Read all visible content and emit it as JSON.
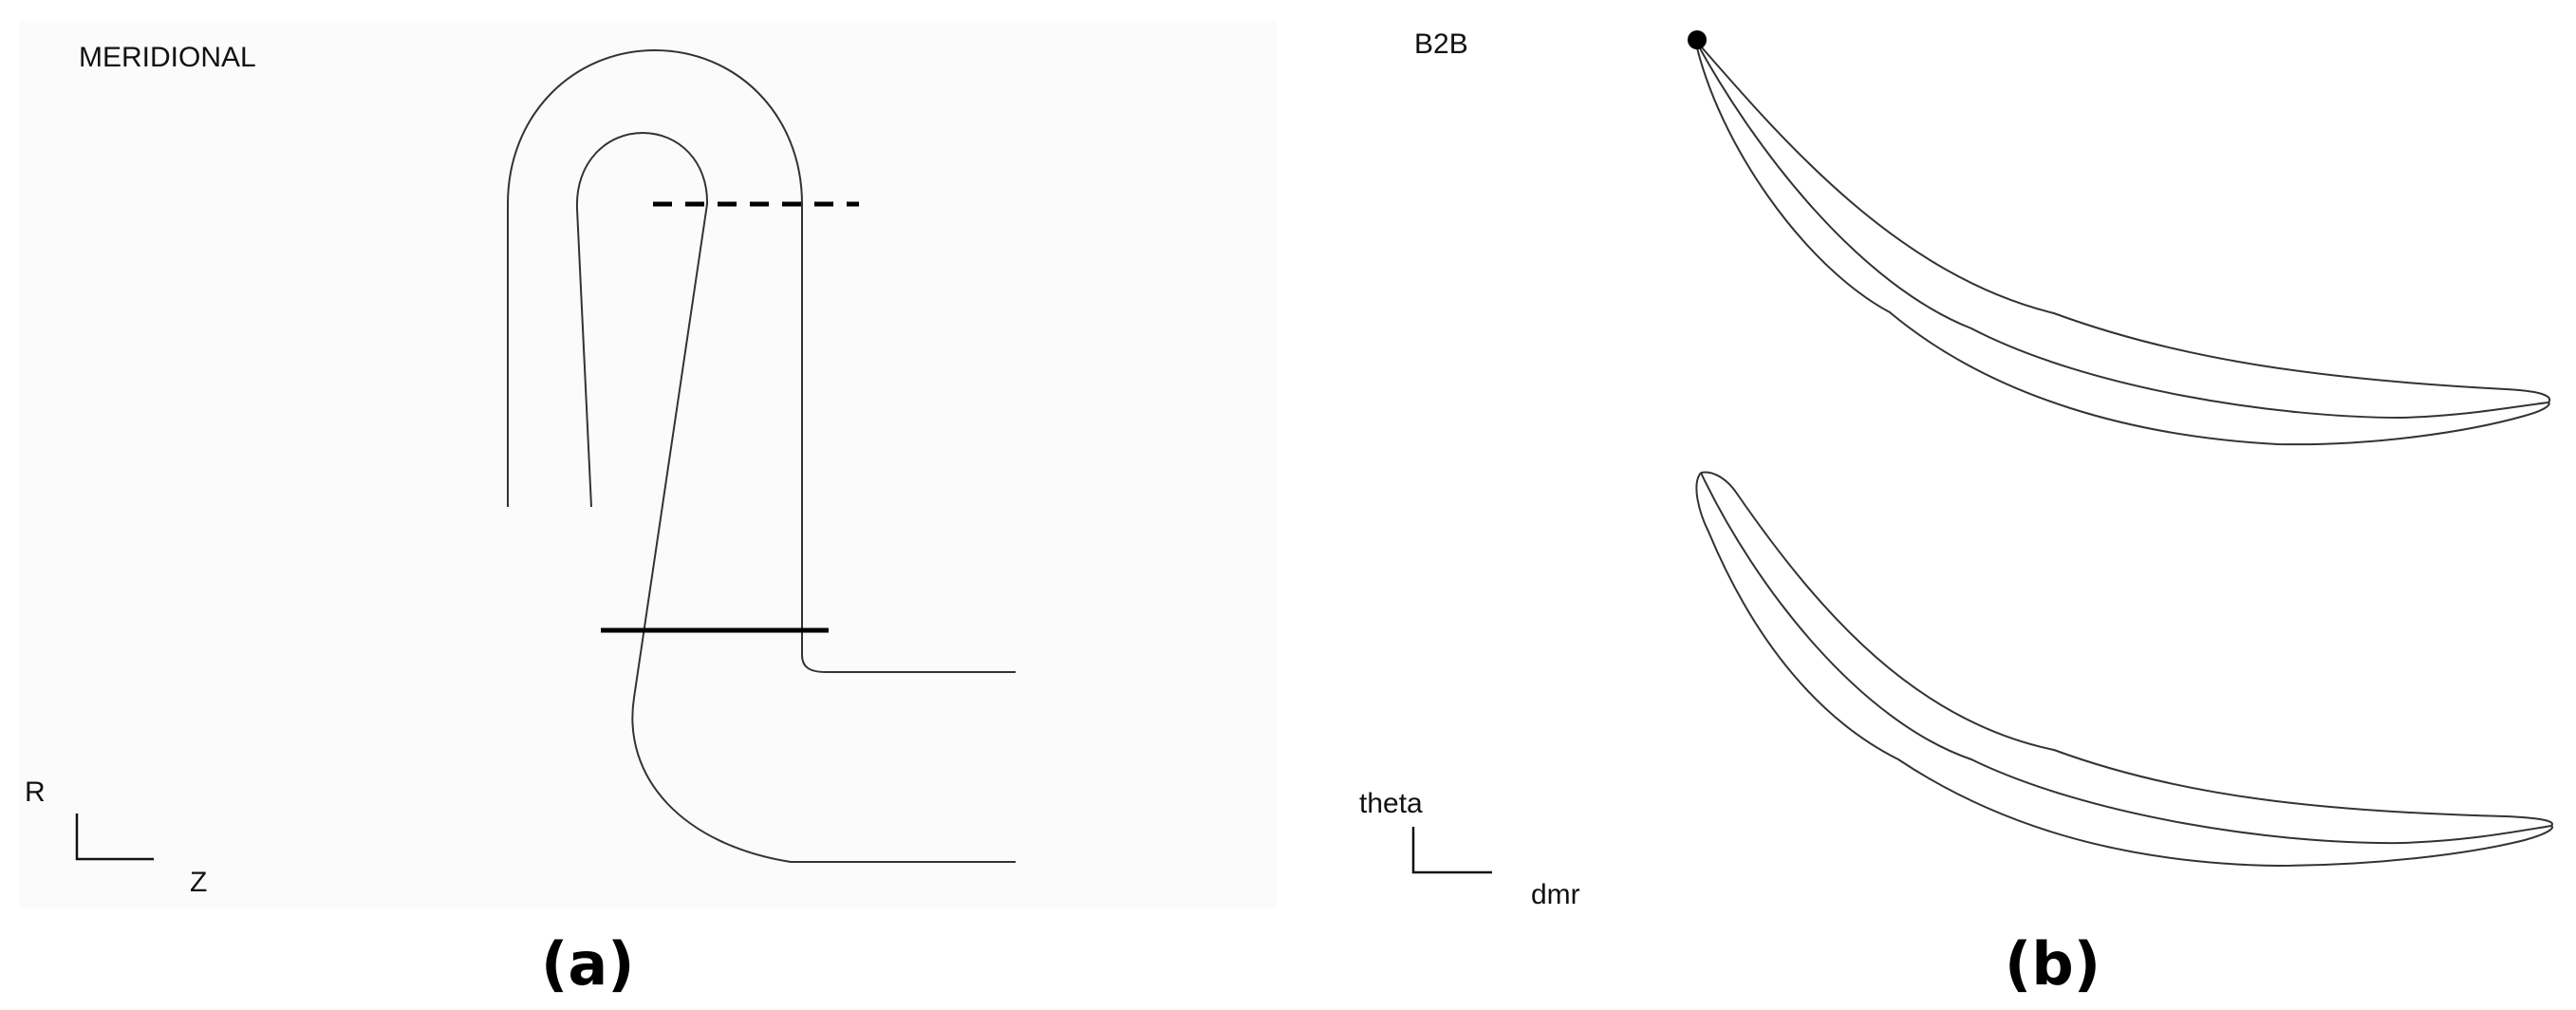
{
  "panel_a": {
    "title": "MERIDIONAL",
    "axis_vertical": "R",
    "axis_horizontal": "Z",
    "caption": "(a)",
    "elements": [
      "shroud-contour",
      "hub-contour",
      "splitter-loop",
      "inlet-line-dashed",
      "outlet-line-solid"
    ]
  },
  "panel_b": {
    "title": "B2B",
    "axis_vertical": "theta",
    "axis_horizontal": "dmr",
    "caption": "(b)",
    "elements": [
      "blade-upper",
      "blade-lower",
      "leading-edge-marker"
    ]
  },
  "colors": {
    "line": "#333333",
    "marker": "#000000",
    "panel_bg": "#fbfbfb"
  }
}
